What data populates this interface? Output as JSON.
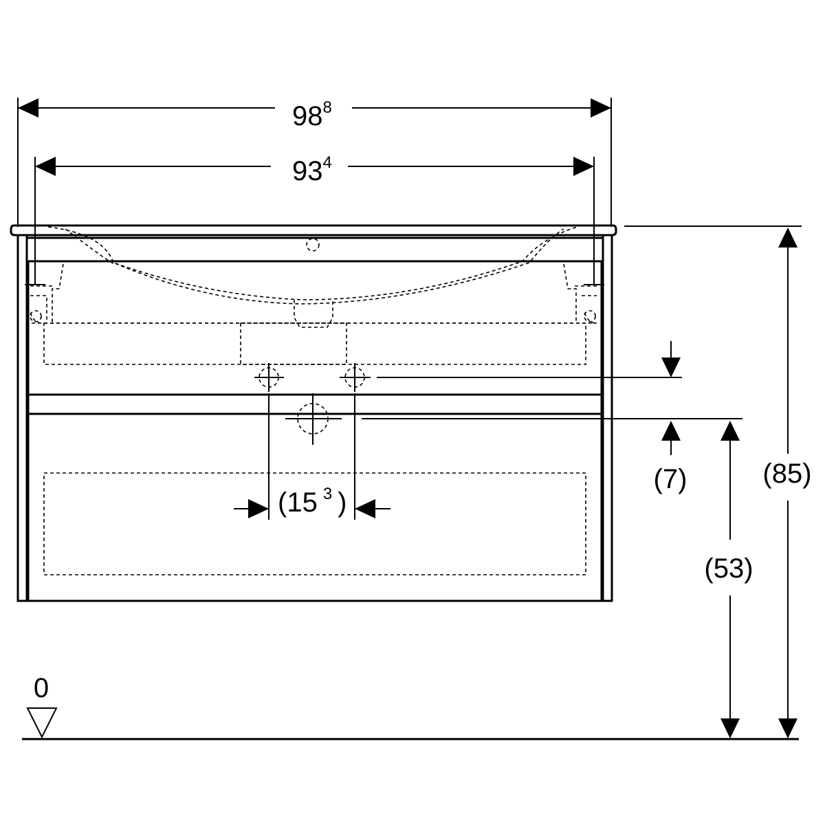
{
  "dimensions": {
    "overall_width": {
      "main": "98",
      "sup": "8"
    },
    "fixing_width": {
      "main": "93",
      "sup": "4"
    },
    "waste_spacing": {
      "open": "(15",
      "sup": "3",
      "close": ")"
    },
    "offset_height": "(7)",
    "cabinet_height": "(53)",
    "total_height": "(85)",
    "floor_level": "0"
  }
}
